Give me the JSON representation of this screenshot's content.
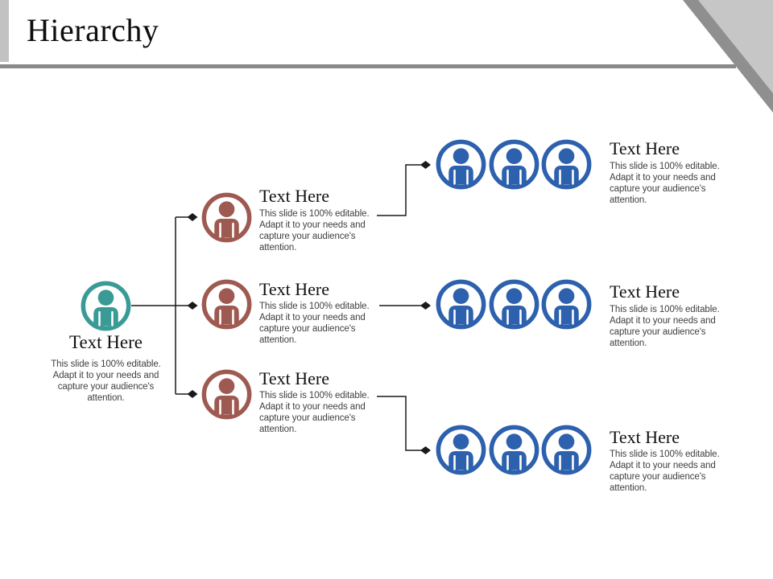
{
  "slide_title": "Hierarchy",
  "root": {
    "title": "Text Here",
    "description_lines": [
      "This slide is 100% editable.",
      "Adapt it to your needs and",
      "capture your audience's",
      "attention."
    ]
  },
  "branches": [
    {
      "title": "Text Here",
      "description_lines": [
        "This slide is 100% editable.",
        "Adapt it to your needs and",
        "capture your audience's",
        "attention."
      ]
    },
    {
      "title": "Text Here",
      "description_lines": [
        "This slide is 100% editable.",
        "Adapt it to your needs and",
        "capture your audience's",
        "attention."
      ]
    },
    {
      "title": "Text Here",
      "description_lines": [
        "This slide is 100% editable.",
        "Adapt it to your needs and",
        "capture your audience's",
        "attention."
      ]
    }
  ],
  "leaf_groups": [
    {
      "title": "Text Here",
      "description_lines": [
        "This slide is 100% editable.",
        "Adapt it to your needs and",
        "capture your audience's",
        "attention."
      ]
    },
    {
      "title": "Text Here",
      "description_lines": [
        "This slide is 100% editable.",
        "Adapt it to your needs and",
        "capture your audience's",
        "attention."
      ]
    },
    {
      "title": "Text Here",
      "description_lines": [
        "This slide is 100% editable.",
        "Adapt it to your needs and",
        "capture your audience's",
        "attention."
      ]
    }
  ],
  "icons": {
    "node_icon": "person-in-circle-icon"
  },
  "colors": {
    "root_accent": "#3a9b96",
    "branch_accent": "#9e5a51",
    "leaf_accent": "#2d61ad",
    "connector": "#1a1a1a",
    "description_text": "#3f3f3f",
    "title_text": "#111111",
    "header_rule": "#8a8a8a",
    "left_strip": "#c2c2c2",
    "corner_triangle_light": "#c6c6c6",
    "corner_triangle_dark": "#8f8f8f"
  }
}
